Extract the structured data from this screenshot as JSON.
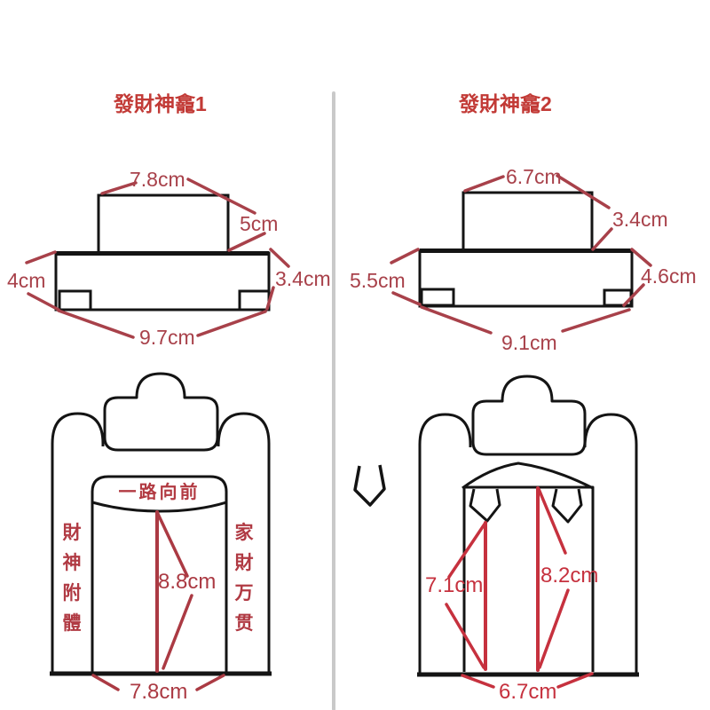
{
  "colors": {
    "outline": "#141414",
    "divider": "#c9c9c9",
    "title_red": "#c23a36",
    "dim_red_top": "#a8414a",
    "dim_red_shrine1": "#ab3a43",
    "dim_red_shrine2": "#c6313e"
  },
  "left": {
    "title": "發財神龕1",
    "top_view": {
      "top_width": "7.8cm",
      "top_height": "5cm",
      "base_left_height": "4cm",
      "base_right_height": "3.4cm",
      "base_width": "9.7cm"
    },
    "front_view": {
      "banner": "一路向前",
      "left_couplet": [
        "財",
        "神",
        "附",
        "體"
      ],
      "right_couplet": [
        "家",
        "財",
        "万",
        "贯"
      ],
      "inner_height": "8.8cm",
      "inner_width": "7.8cm"
    }
  },
  "right": {
    "title": "發財神龕2",
    "top_view": {
      "top_width": "6.7cm",
      "top_height": "3.4cm",
      "base_left_height": "5.5cm",
      "base_right_height": "4.6cm",
      "base_width": "9.1cm"
    },
    "front_view": {
      "left_height": "7.1cm",
      "right_height": "8.2cm",
      "inner_width": "6.7cm"
    }
  }
}
